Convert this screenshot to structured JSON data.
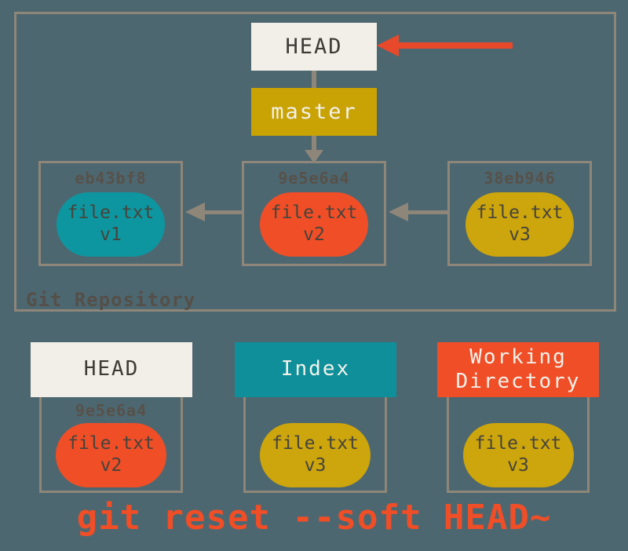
{
  "colors": {
    "background": "#4d6770",
    "line_gray": "#8e8679",
    "off_white": "#f1efe8",
    "branch_gold": "#c9a204",
    "pill_gold": "#cda50c",
    "teal": "#0e96a0",
    "teal_header": "#0e8f99",
    "orange_red": "#f04e27",
    "red_arrow": "#e8492b"
  },
  "repository": {
    "label": "Git Repository",
    "head": {
      "label": "HEAD"
    },
    "branch": {
      "label": "master"
    },
    "commits": [
      {
        "hash": "eb43bf8",
        "file": "file.txt",
        "version": "v1"
      },
      {
        "hash": "9e5e6a4",
        "file": "file.txt",
        "version": "v2"
      },
      {
        "hash": "38eb946",
        "file": "file.txt",
        "version": "v3"
      }
    ]
  },
  "areas": {
    "head": {
      "title": "HEAD",
      "hash": "9e5e6a4",
      "file": "file.txt",
      "version": "v2"
    },
    "index": {
      "title": "Index",
      "file": "file.txt",
      "version": "v3"
    },
    "working_directory": {
      "title": "Working Directory",
      "file": "file.txt",
      "version": "v3"
    }
  },
  "caption": "git reset --soft HEAD~"
}
